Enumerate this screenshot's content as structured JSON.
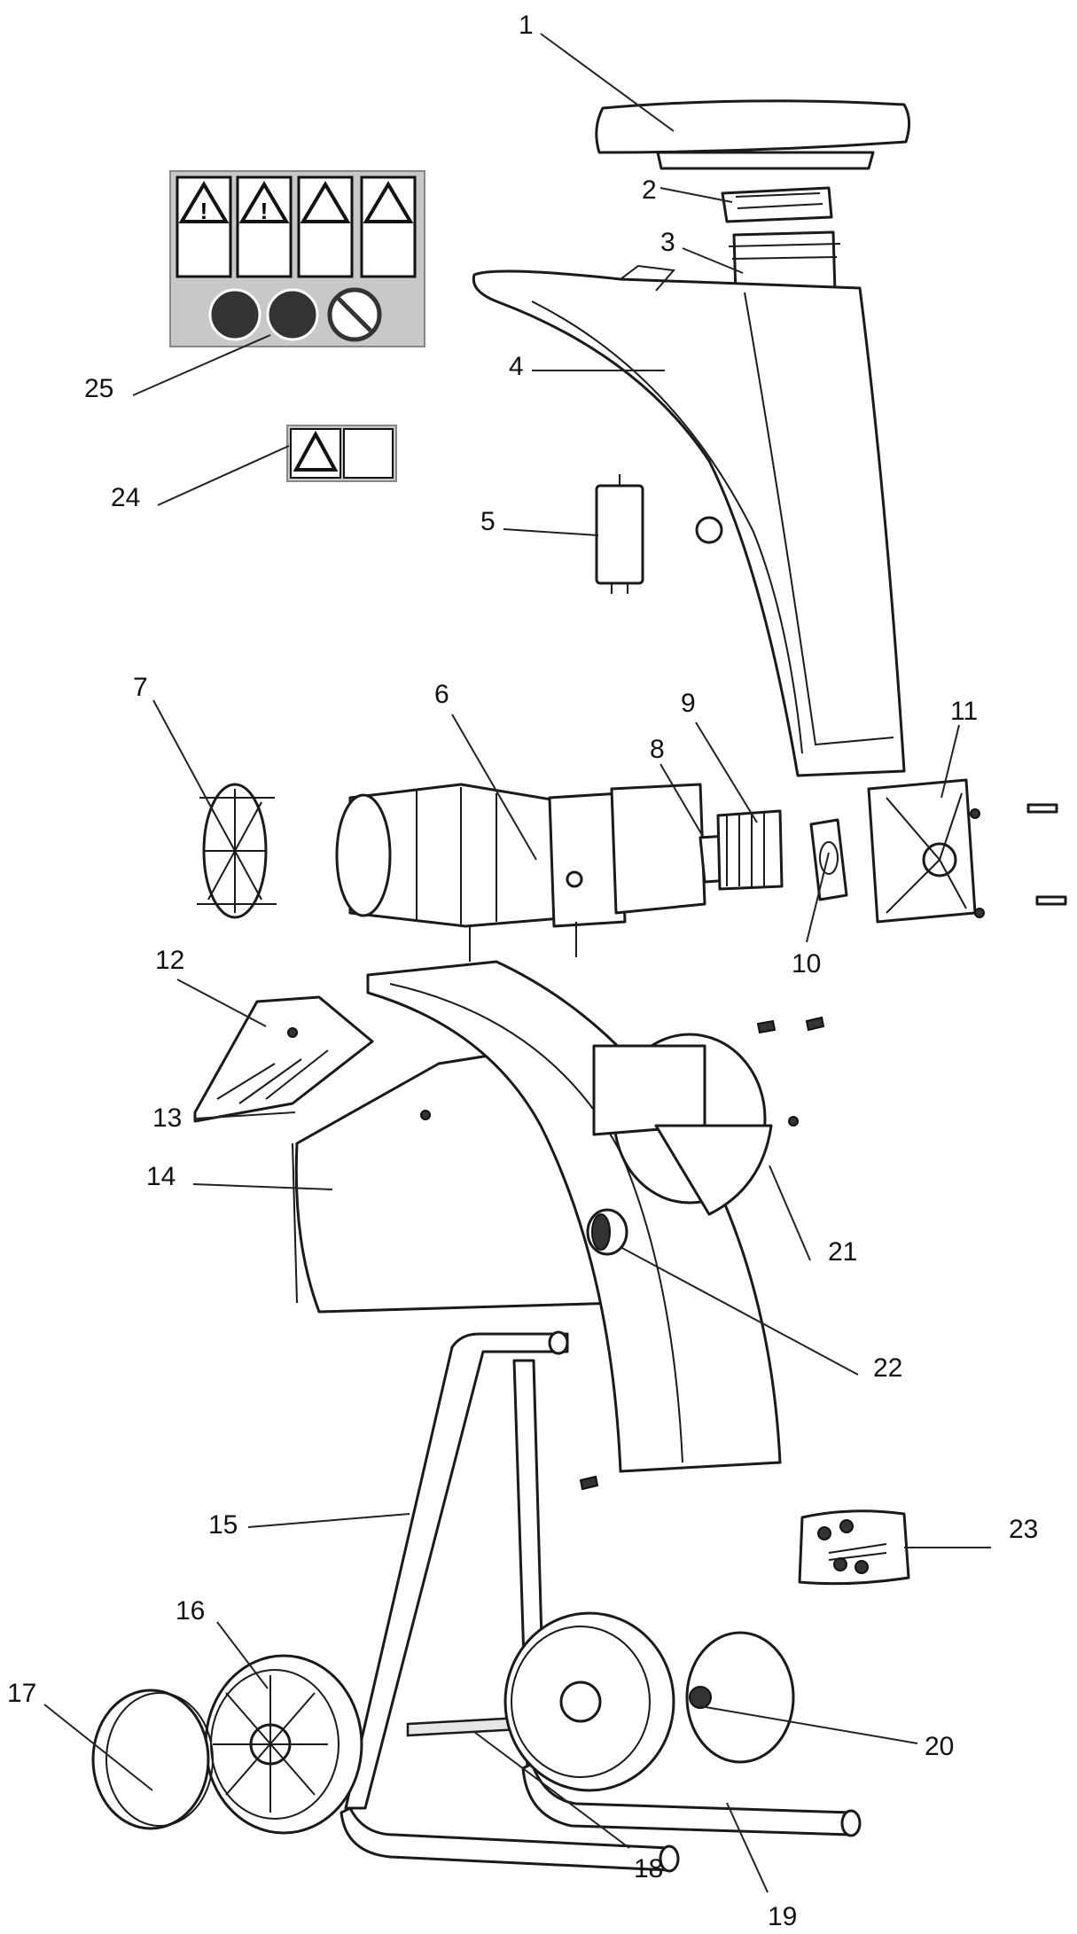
{
  "callouts": [
    {
      "id": "1",
      "text": "1"
    },
    {
      "id": "2",
      "text": "2"
    },
    {
      "id": "3",
      "text": "3"
    },
    {
      "id": "4",
      "text": "4"
    },
    {
      "id": "5",
      "text": "5"
    },
    {
      "id": "6",
      "text": "6"
    },
    {
      "id": "7",
      "text": "7"
    },
    {
      "id": "8",
      "text": "8"
    },
    {
      "id": "9",
      "text": "9"
    },
    {
      "id": "10",
      "text": "10"
    },
    {
      "id": "11",
      "text": "11"
    },
    {
      "id": "12",
      "text": "12"
    },
    {
      "id": "13",
      "text": "13"
    },
    {
      "id": "14",
      "text": "14"
    },
    {
      "id": "15",
      "text": "15"
    },
    {
      "id": "16",
      "text": "16"
    },
    {
      "id": "17",
      "text": "17"
    },
    {
      "id": "18",
      "text": "18"
    },
    {
      "id": "19",
      "text": "19"
    },
    {
      "id": "20",
      "text": "20"
    },
    {
      "id": "21",
      "text": "21"
    },
    {
      "id": "22",
      "text": "22"
    },
    {
      "id": "23",
      "text": "23"
    },
    {
      "id": "24",
      "text": "24"
    },
    {
      "id": "25",
      "text": "25"
    }
  ],
  "colors": {
    "line": "#1a1a1a",
    "label_panel": "#c8c8c8",
    "background": "#ffffff"
  }
}
